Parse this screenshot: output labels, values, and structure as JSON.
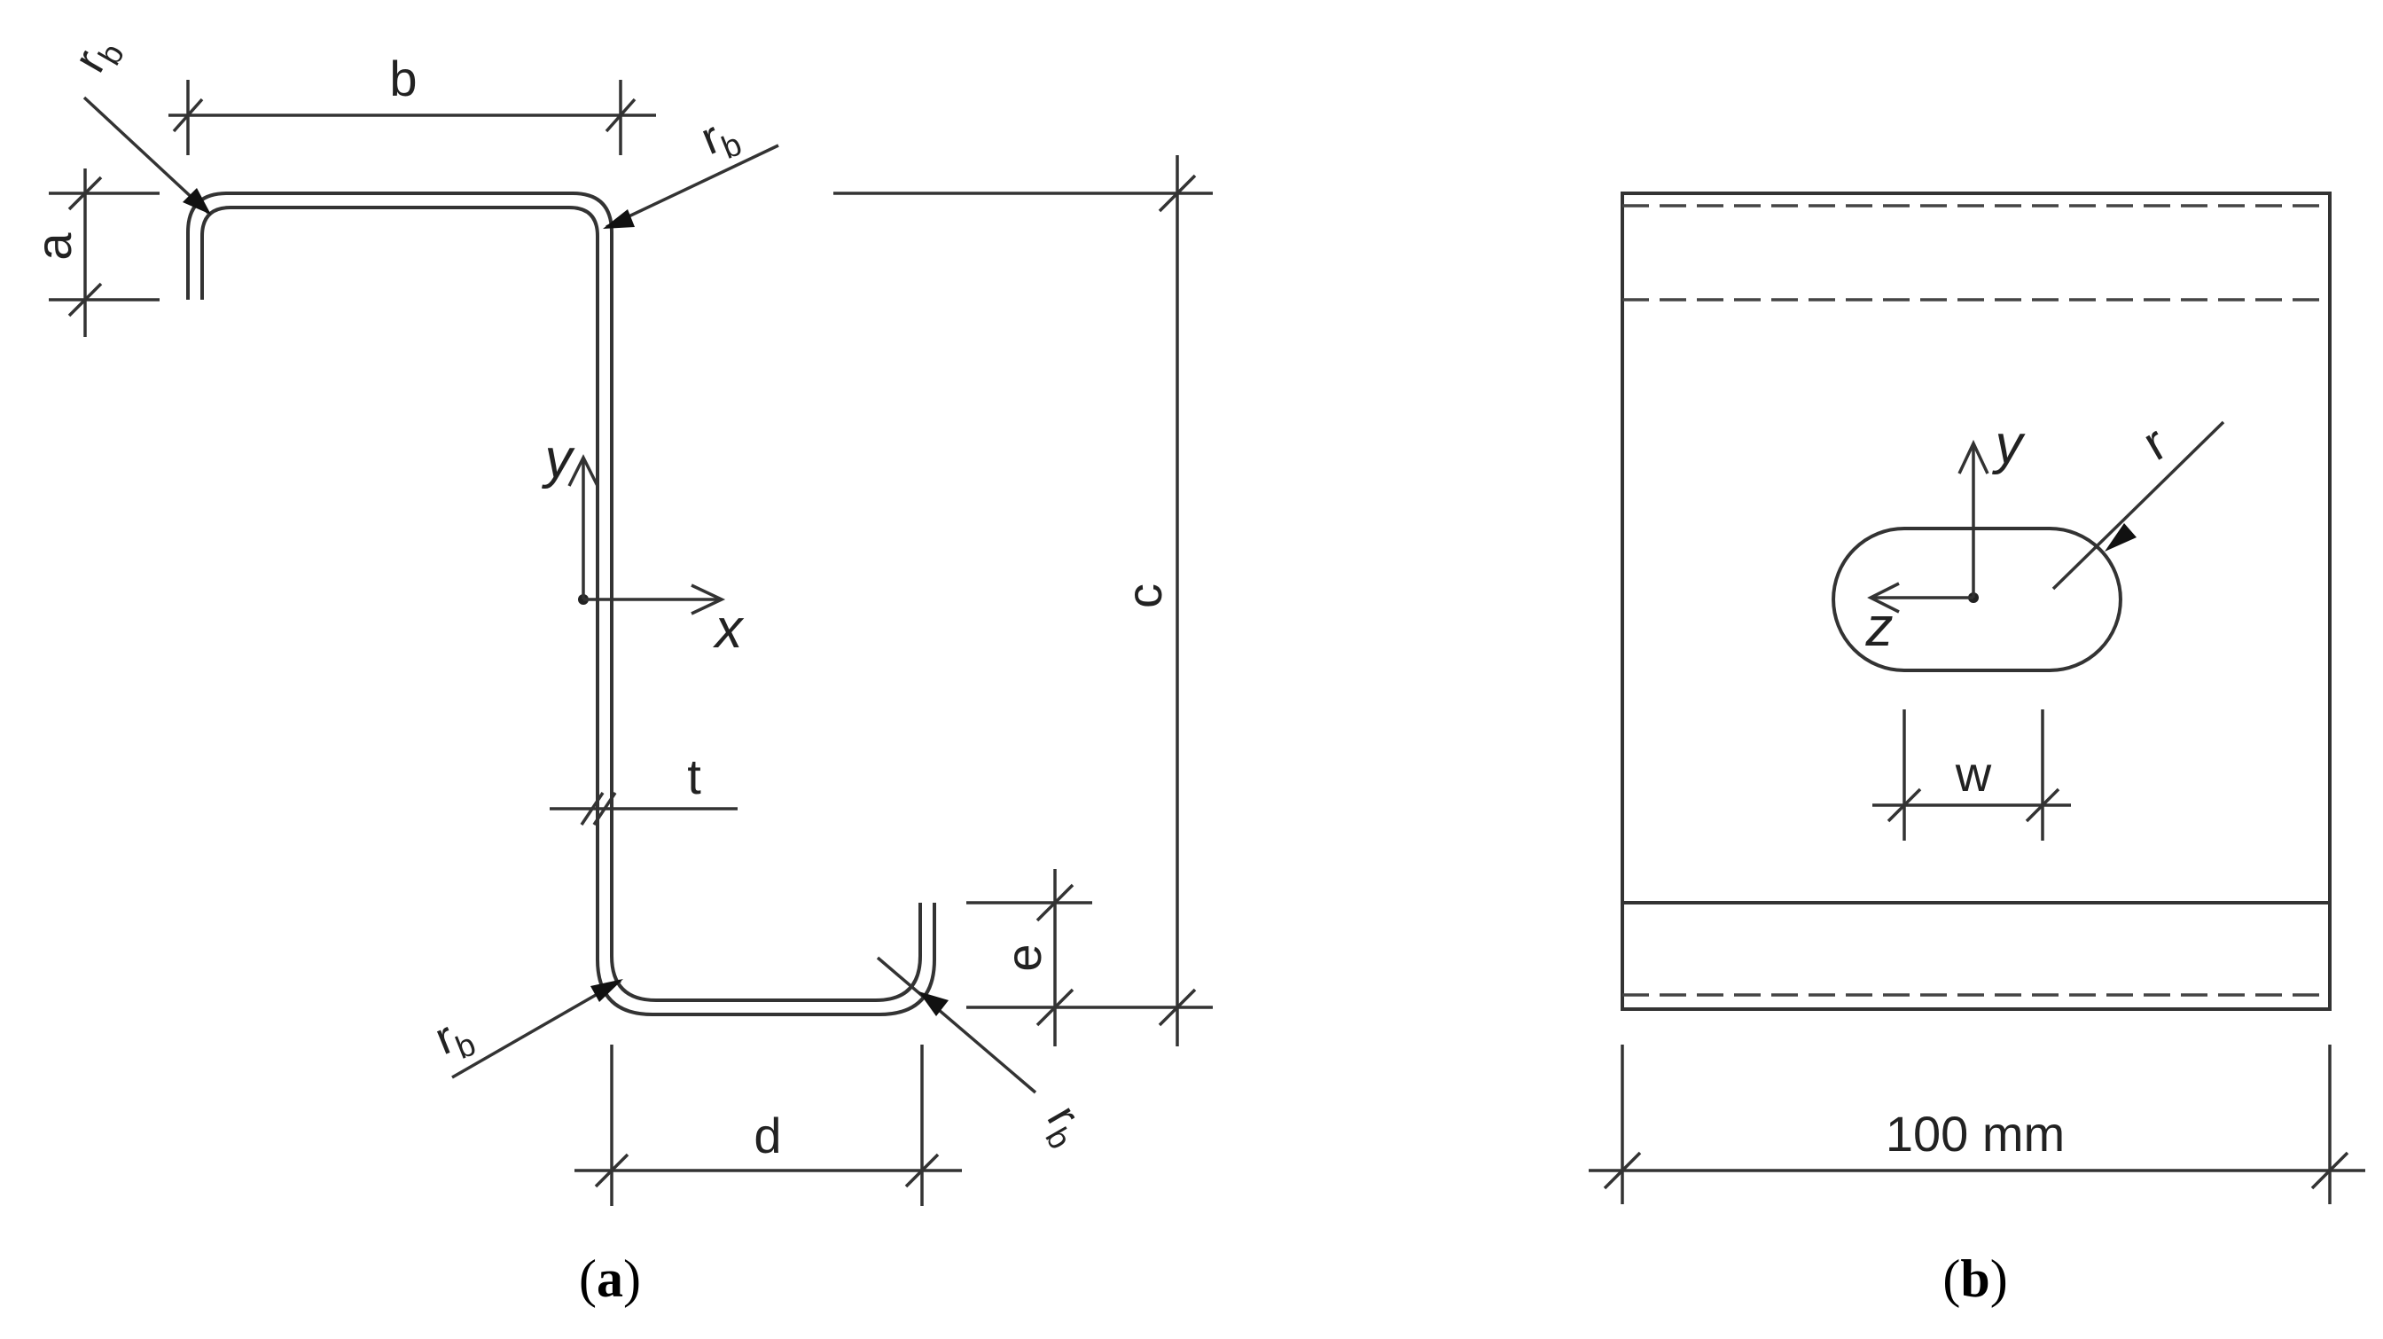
{
  "panel_a": {
    "caption_open": "(",
    "caption_letter": "a",
    "caption_close": ")",
    "labels": {
      "a": "a",
      "b": "b",
      "c": "c",
      "d": "d",
      "e": "e",
      "t": "t",
      "r": "r",
      "b_sub": "b",
      "axis_x": "x",
      "axis_y": "y"
    }
  },
  "panel_b": {
    "caption_open": "(",
    "caption_letter": "b",
    "caption_close": ")",
    "labels": {
      "width": "100 mm",
      "w": "w",
      "r": "r",
      "axis_y": "y",
      "axis_z": "z"
    }
  }
}
